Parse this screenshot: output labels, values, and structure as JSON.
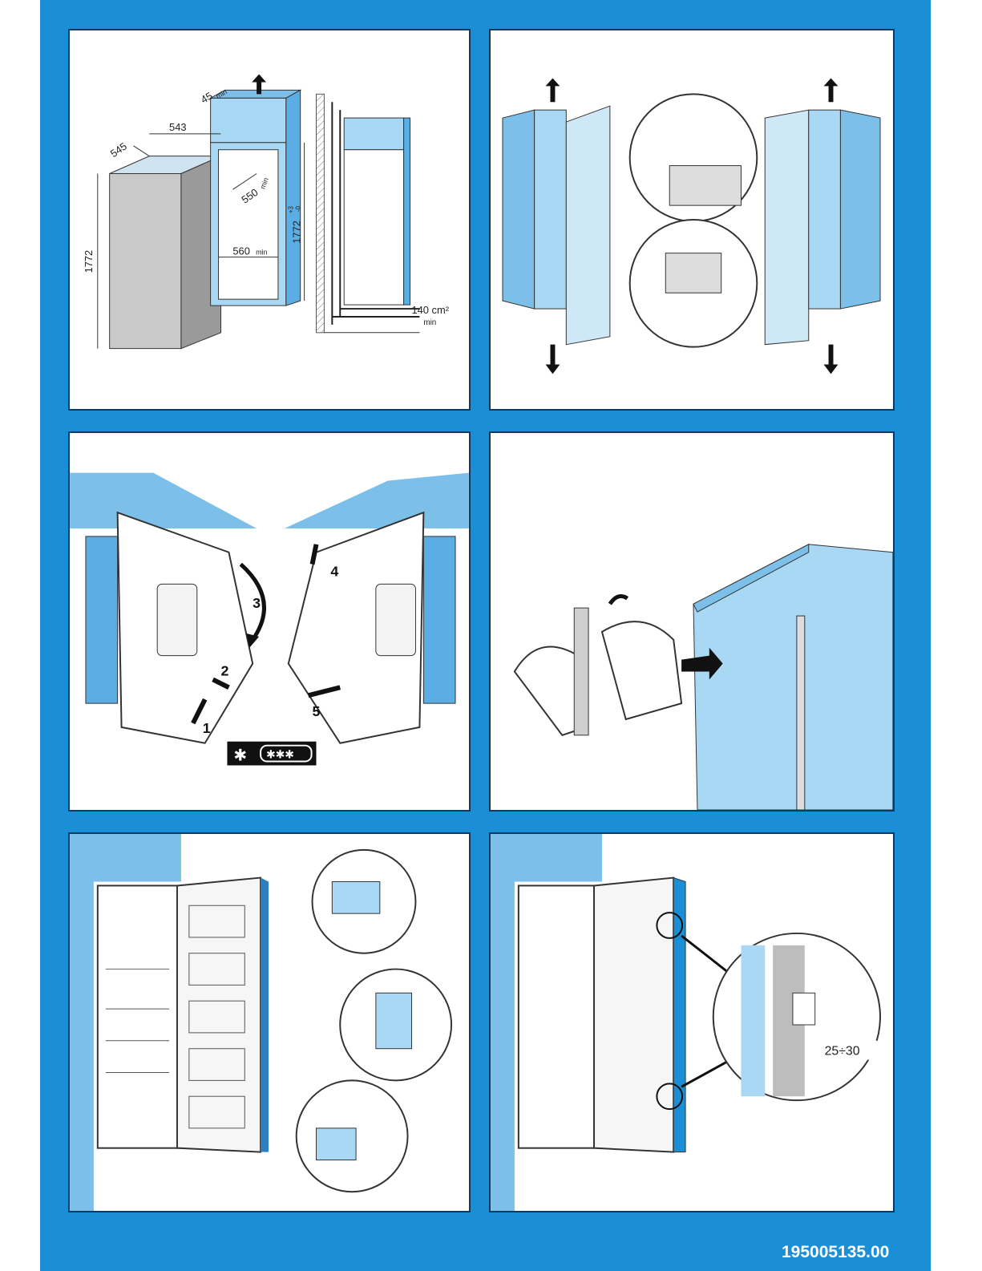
{
  "panel1": {
    "dim_depth": "545",
    "dim_width": "543",
    "dim_vent": "45",
    "dim_vent_min": "min",
    "dim_height": "1772",
    "dim_niche_depth": "550",
    "dim_niche_depth_min": "min",
    "dim_niche_height": "1772",
    "dim_niche_tol": "+3",
    "dim_niche_tol_low": "-0",
    "dim_niche_width": "560",
    "dim_niche_width_min": "min",
    "dim_vent_area": "140 cm²",
    "dim_vent_area_min": "min"
  },
  "panel3": {
    "step1": "1",
    "step2": "2",
    "step3": "3",
    "step4": "4",
    "step5": "5",
    "freezer_star": "✱",
    "freezer_rating": "✱✱✱"
  },
  "panel6": {
    "gap": "25÷30"
  },
  "footer": {
    "doc_number": "195005135.00"
  },
  "colors": {
    "sheet_blue": "#1a8fd6",
    "appliance_blue": "#a9d8f5",
    "border": "#0b3b63"
  }
}
